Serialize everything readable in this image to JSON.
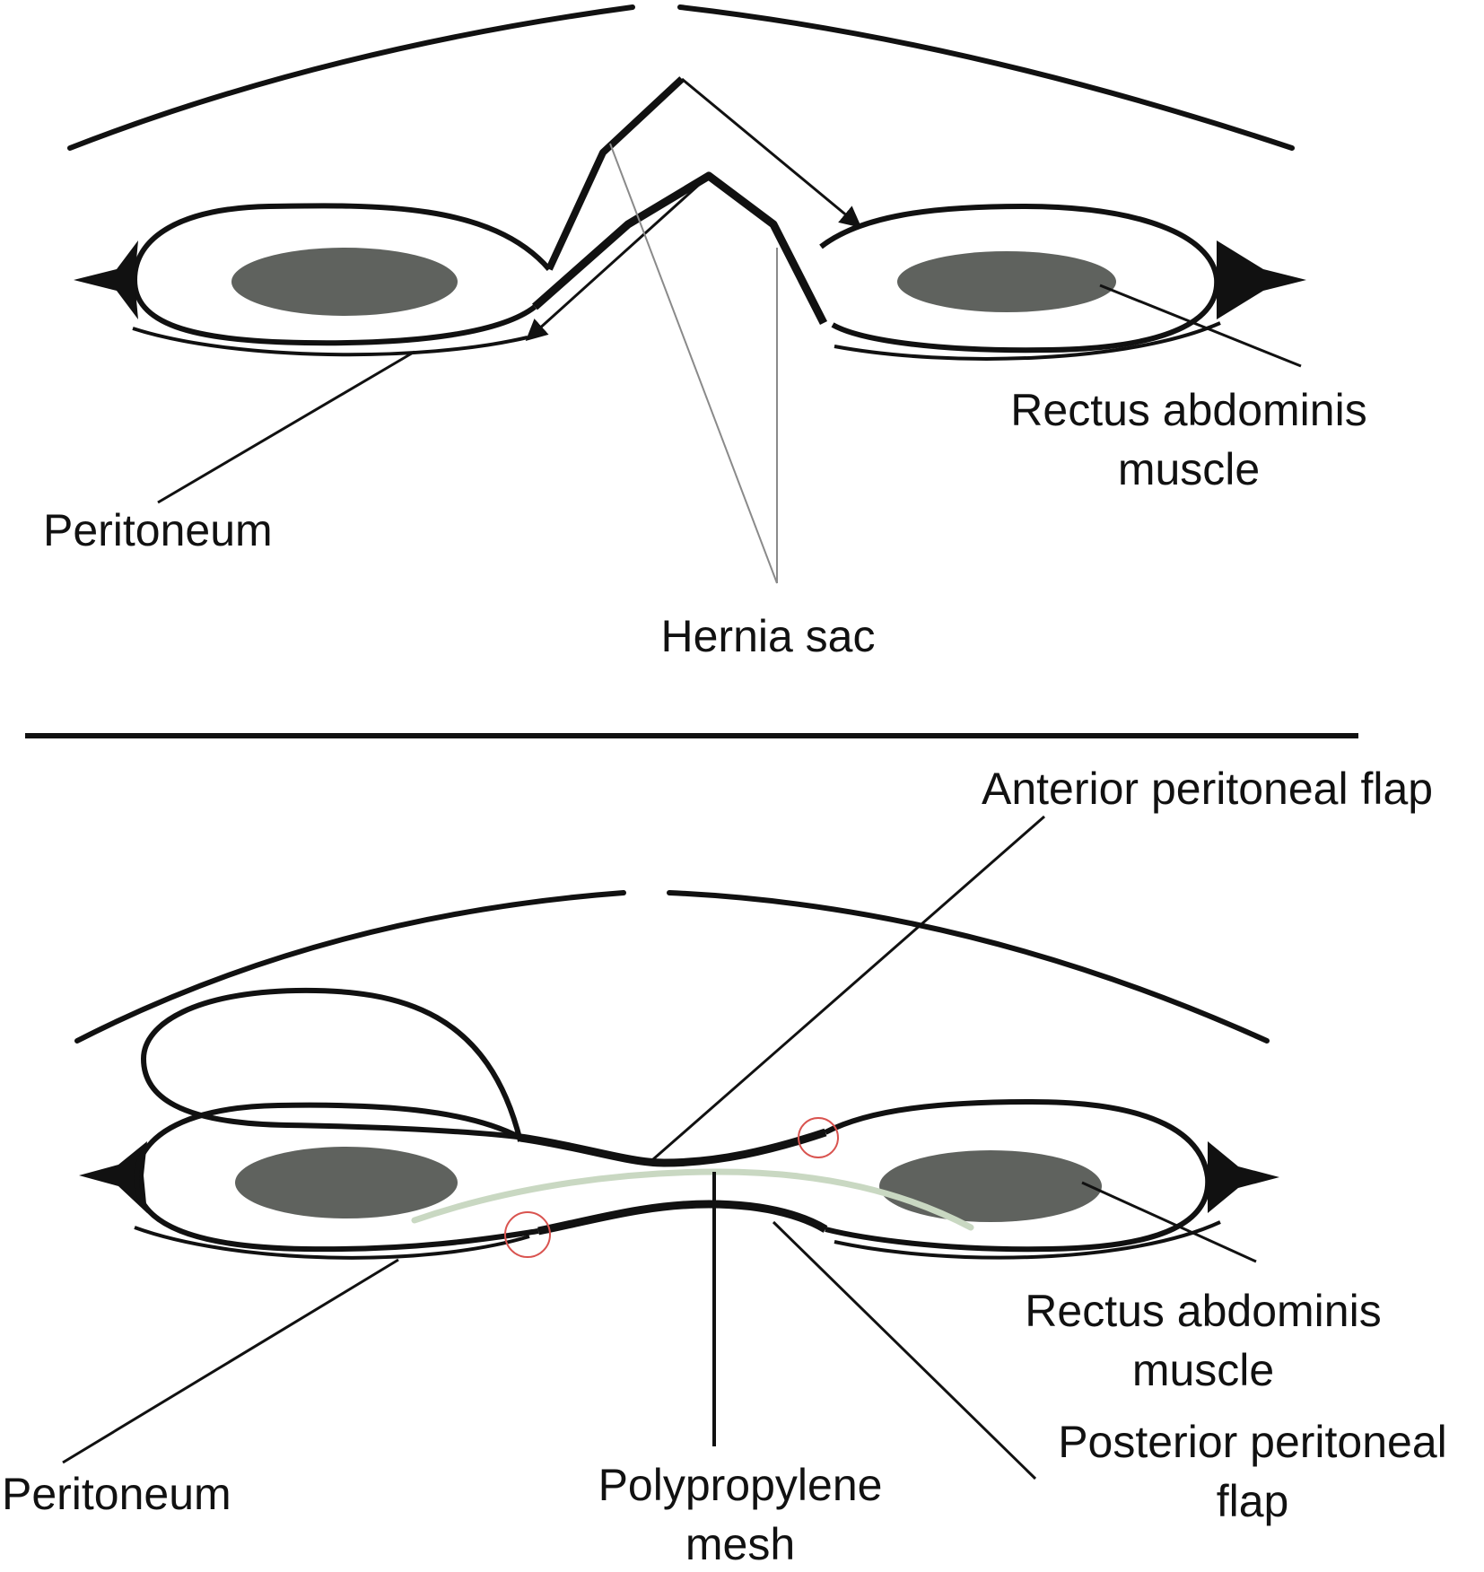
{
  "top_panel": {
    "labels": {
      "rectus_line1": "Rectus abdominis",
      "rectus_line2": "muscle",
      "peritoneum": "Peritoneum",
      "hernia_sac": "Hernia sac"
    }
  },
  "bottom_panel": {
    "labels": {
      "anterior_flap": "Anterior peritoneal flap",
      "rectus_line1": "Rectus abdominis",
      "rectus_line2": "muscle",
      "posterior_line1": "Posterior peritoneal",
      "posterior_line2": "flap",
      "peritoneum": "Peritoneum",
      "mesh_line1": "Polypropylene",
      "mesh_line2": "mesh"
    }
  },
  "colors": {
    "ink": "#111111",
    "muscle_fill": "#5f625e",
    "mesh": "#c9d8c2",
    "suture_marker": "#d9534f",
    "guide_line": "#8a8a8a"
  }
}
